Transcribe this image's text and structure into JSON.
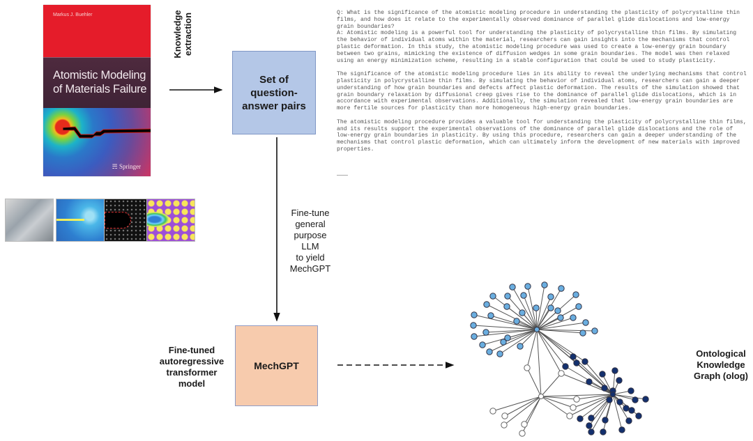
{
  "book": {
    "author": "Markus J. Buehler",
    "title_line1": "Atomistic Modeling",
    "title_line2": "of Materials Failure",
    "publisher": "Springer"
  },
  "thumbnails": [
    {
      "name": "crack-photo"
    },
    {
      "name": "crack-branching-simulation"
    },
    {
      "name": "atomistic-lattice-crack"
    },
    {
      "name": "diffusion-field-pattern"
    }
  ],
  "arrows": {
    "knowledge_extraction_label": "Knowledge extraction",
    "fine_tune_label_lines": [
      "Fine-tune",
      "general",
      "purpose LLM",
      "to yield",
      "MechGPT"
    ]
  },
  "boxes": {
    "qa_pairs": {
      "lines": [
        "Set of",
        "question-",
        "answer pairs"
      ],
      "color": "#b4c7e7"
    },
    "mechgpt": {
      "label": "MechGPT",
      "color": "#f7cbad"
    }
  },
  "labels": {
    "model_lines": [
      "Fine-tuned",
      "autoregressive",
      "transformer",
      "model"
    ],
    "olog_lines": [
      "Ontological",
      "Knowledge",
      "Graph (olog)"
    ]
  },
  "qa": {
    "question": "Q: What is the significance of the atomistic modeling procedure in understanding the plasticity of polycrystalline thin films, and how does it relate to the experimentally observed dominance of parallel glide dislocations and low-energy grain boundaries?",
    "answer_paragraphs": [
      "A: Atomistic modeling is a powerful tool for understanding the plasticity of polycrystalline thin films. By simulating the behavior of individual atoms within the material, researchers can gain insights into the mechanisms that control plastic deformation. In this study, the atomistic modeling procedure was used to create a low-energy grain boundary between two grains, mimicking the existence of diffusion wedges in some grain boundaries. The model was then relaxed using an energy minimization scheme, resulting in a stable configuration that could be used to study plasticity.",
      "The significance of the atomistic modeling procedure lies in its ability to reveal the underlying mechanisms that control plasticity in polycrystalline thin films. By simulating the behavior of individual atoms, researchers can gain a deeper understanding of how grain boundaries and defects affect plastic deformation. The results of the simulation showed that grain boundary relaxation by diffusional creep gives rise to the dominance of parallel glide dislocations, which is in accordance with experimental observations. Additionally, the simulation revealed that low-energy grain boundaries are more fertile sources for plasticity than more homogeneous high-energy grain boundaries.",
      "The atomistic modeling procedure provides a valuable tool for understanding the plasticity of polycrystalline thin films, and its results support the experimental observations of the dominance of parallel glide dislocations and the role of low-energy grain boundaries in plasticity. By using this procedure, researchers can gain a deeper understanding of the mechanisms that control plastic deformation, which can ultimately inform the development of new materials with improved properties."
    ]
  },
  "graph": {
    "colors": {
      "cluster_a": "#6aaee0",
      "cluster_b": "#13306e",
      "cluster_c": "#ffffff",
      "edge": "#555555"
    },
    "hubs": [
      {
        "id": "hubA",
        "cluster": "cluster_a"
      },
      {
        "id": "hubB",
        "cluster": "cluster_b"
      },
      {
        "id": "hubC",
        "cluster": "cluster_c"
      }
    ],
    "leaf_counts": {
      "cluster_a": 33,
      "cluster_b": 26,
      "cluster_c": 10
    }
  }
}
